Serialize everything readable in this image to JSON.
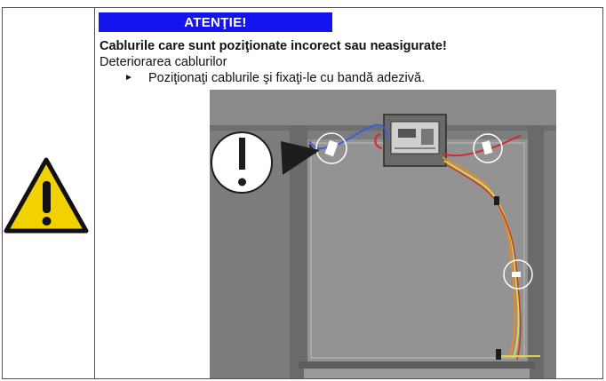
{
  "warning": {
    "banner": "ATENŢIE!",
    "title": "Cablurile care sunt poziţionate incorect sau neasigurate!",
    "consequence": "Deteriorarea cablurilor",
    "bullet": "►",
    "instruction": "Poziţionaţi cablurile şi fixaţi-le cu bandă adezivă."
  },
  "icons": {
    "warning": "warning-triangle-icon",
    "callout": "exclamation-callout-icon"
  },
  "colors": {
    "banner_bg": "#1414ee",
    "banner_text": "#ffffff",
    "triangle_fill": "#f2d100"
  }
}
